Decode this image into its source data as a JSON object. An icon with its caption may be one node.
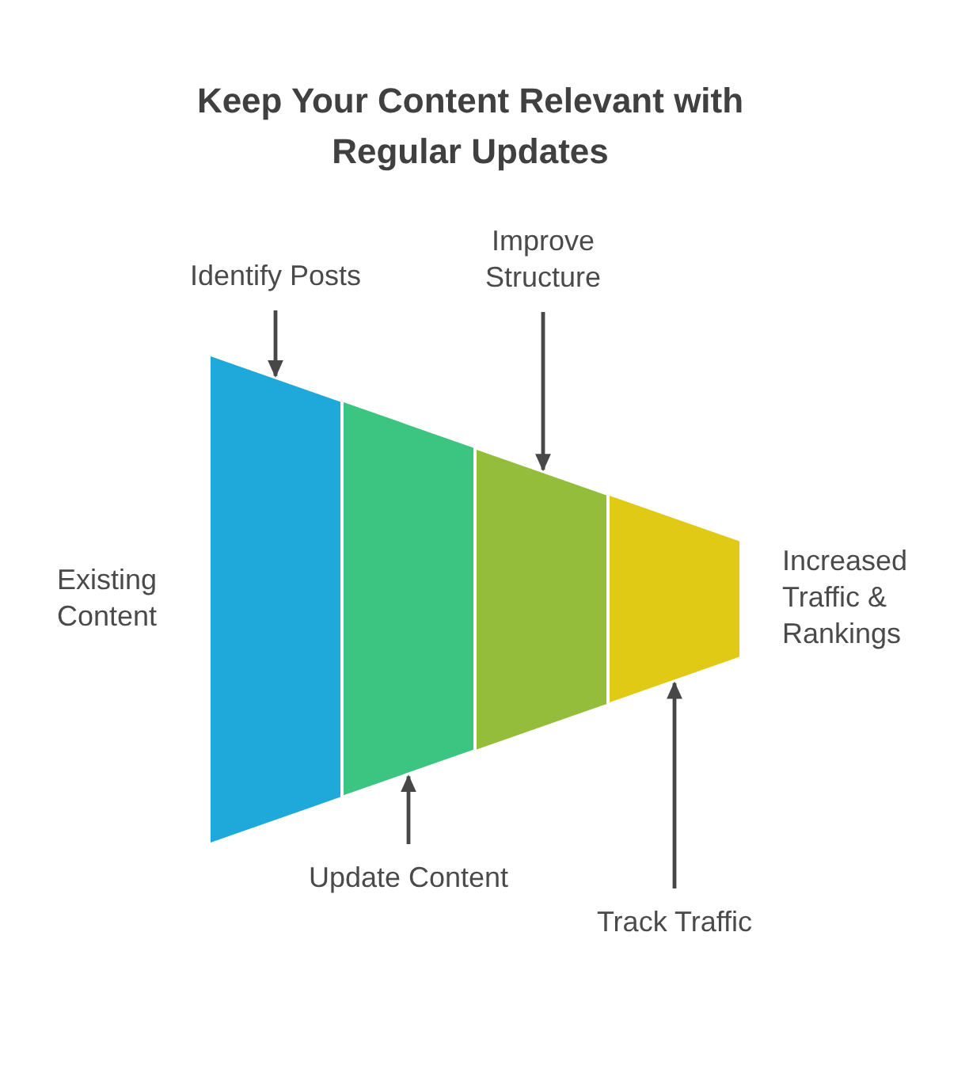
{
  "diagram": {
    "title": "Keep Your Content Relevant with Regular Updates",
    "nodes": [
      {
        "text": [
          "Identify Posts"
        ]
      },
      {
        "text": [
          "Improve Structure"
        ]
      },
      {
        "text": [],
        "shape": "trapezoid"
      },
      {
        "text": [],
        "shape": "trapezoid"
      },
      {
        "text": [],
        "shape": "trapezoid"
      },
      {
        "text": [],
        "shape": "trapezoid"
      },
      {
        "text": [
          "Update Content"
        ]
      },
      {
        "text": [
          "Track Traffic"
        ]
      }
    ],
    "edges": [
      {
        "from": 0,
        "to": 2,
        "arrow": "to"
      },
      {
        "from": 1,
        "to": 4,
        "arrow": "to"
      },
      {
        "from": 6,
        "to": 3,
        "arrow": "to"
      },
      {
        "from": 7,
        "to": 5,
        "arrow": "to"
      }
    ],
    "labels": [
      "Existing Content",
      "Increased Traffic & Rankings"
    ]
  }
}
